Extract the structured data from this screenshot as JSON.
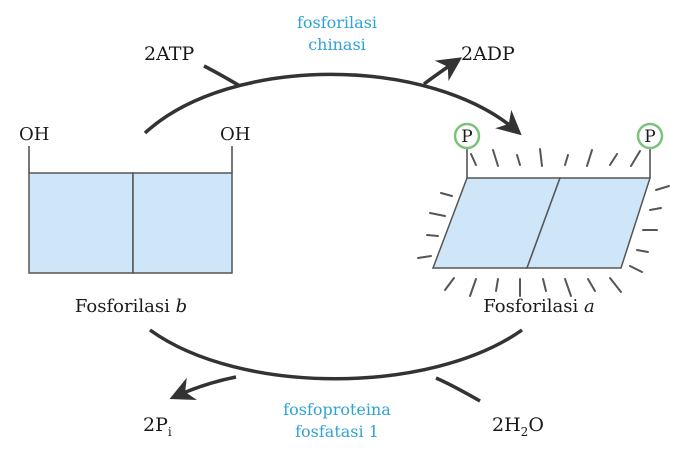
{
  "colors": {
    "box_fill": "#cfe6f8",
    "box_stroke": "#555555",
    "arc": "#333333",
    "enzyme_text": "#2fa3d6",
    "phosphate_ring": "#7ac47a",
    "glow_rays": "#555555"
  },
  "top_cycle": {
    "enzyme_line1": "fosforilasi",
    "enzyme_line2": "chinasi",
    "input": "2ATP",
    "output": "2ADP"
  },
  "bottom_cycle": {
    "enzyme_line1": "fosfoproteina",
    "enzyme_line2": "fosfatasi 1",
    "output_main": "2P",
    "output_sub": "i",
    "input_main": "2H",
    "input_sub": "2",
    "input_tail": "O"
  },
  "form_b": {
    "name": "Fosforilasi",
    "letter": "b",
    "left_group": "OH",
    "right_group": "OH"
  },
  "form_a": {
    "name": "Fosforilasi",
    "letter": "a",
    "left_group": "P",
    "right_group": "P"
  }
}
